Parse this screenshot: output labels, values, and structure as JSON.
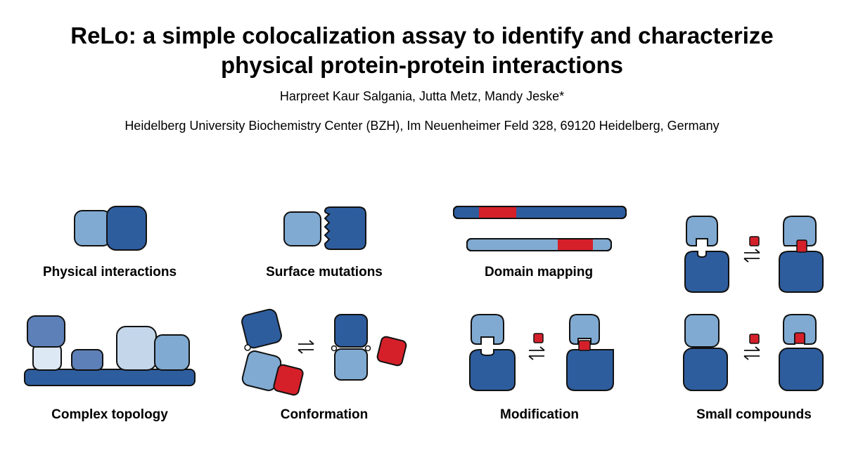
{
  "header": {
    "title_line1": "ReLo: a simple colocalization assay to identify and characterize",
    "title_line2": "physical protein-protein interactions",
    "authors": "Harpreet Kaur Salgania, Jutta Metz, Mandy Jeske*",
    "affiliation": "Heidelberg University Biochemistry Center (BZH), Im Neuenheimer Feld 328, 69120 Heidelberg, Germany"
  },
  "panels": [
    {
      "label": "Physical interactions"
    },
    {
      "label": "Surface mutations"
    },
    {
      "label": "Domain mapping"
    },
    {
      "label": "Complex topology"
    },
    {
      "label": "Conformation"
    },
    {
      "label": "Modification"
    },
    {
      "label": "Small compounds"
    }
  ],
  "colors": {
    "dark_blue": "#2e5d9e",
    "light_blue": "#80aad2",
    "mid_blue": "#5e80b8",
    "pale_blue": "#c3d6ea",
    "very_pale_blue": "#dce8f4",
    "red": "#d5202a",
    "outline": "#111111"
  },
  "icons": [
    "equilibrium-arrows-icon"
  ]
}
